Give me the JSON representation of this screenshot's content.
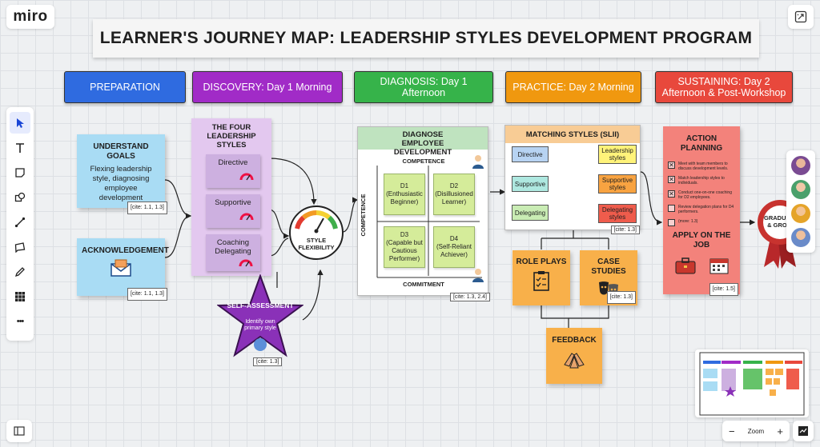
{
  "app": {
    "logo": "miro"
  },
  "board_title": "LEARNER'S JOURNEY MAP: LEADERSHIP STYLES DEVELOPMENT PROGRAM",
  "phases": [
    {
      "label": "PREPARATION",
      "color": "#2f6be0"
    },
    {
      "label": "DISCOVERY: Day 1 Morning",
      "color": "#a12bc7"
    },
    {
      "label": "DIAGNOSIS: Day 1 Afternoon",
      "color": "#36b34a"
    },
    {
      "label": "PRACTICE: Day 2 Morning",
      "color": "#f0980f"
    },
    {
      "label": "SUSTAINING: Day 2 Afternoon & Post-Workshop",
      "color": "#e8483c"
    }
  ],
  "toolbar": {
    "tools": [
      "select-icon",
      "text-icon",
      "sticky-note-icon",
      "shapes-icon",
      "connector-icon",
      "comment-icon",
      "pen-icon",
      "frames-icon",
      "more-icon"
    ],
    "more": "•••"
  },
  "preparation": {
    "goals": {
      "title": "UNDERSTAND GOALS",
      "body": "Flexing leadership style, diagnosing employee development",
      "cite": "[cite: 1.1, 1.3]"
    },
    "ack": {
      "title": "ACKNOWLEDGEMENT",
      "cite": "[cite: 1.1, 1.3]"
    }
  },
  "discovery": {
    "frame_title": "THE FOUR LEADERSHIP STYLES",
    "styles": [
      "Directive",
      "Supportive",
      "Coaching Delegating"
    ],
    "gauge_label": "STYLE FLEXIBILITY",
    "self_title": "SELF-ASSESSMENT",
    "self_body": "Identify own primary style",
    "self_cite": "[cite: 1.3]"
  },
  "diagnosis": {
    "frame_title": "DIAGNOSE EMPLOYEE DEVELOPMENT",
    "top_axis": "COMPETENCE",
    "left_axis": "COMPETENCE",
    "bottom_axis": "COMMITMENT",
    "quadrants": [
      {
        "code": "D1",
        "desc": "(Enthusiastic Beginner)"
      },
      {
        "code": "D2",
        "desc": "(Disillusioned Learner)"
      },
      {
        "code": "D3",
        "desc": "(Capable but Cautious Performer)"
      },
      {
        "code": "D4",
        "desc": "(Self-Reliant Achiever)"
      }
    ],
    "cite": "[cite: 1.3, 2.4]"
  },
  "practice": {
    "frame_title": "MATCHING STYLES (SLII)",
    "left": [
      "Directive",
      "Supportive",
      "Delegating"
    ],
    "right": [
      "Leadership styles",
      "Supportive styles",
      "Delegating styles"
    ],
    "cite": "[cite: 1.3]",
    "role_plays": "ROLE PLAYS",
    "case_studies": "CASE STUDIES",
    "case_cite": "[cite: 1.3]",
    "feedback": "FEEDBACK"
  },
  "sustaining": {
    "frame_title": "ACTION PLANNING",
    "items": [
      {
        "checked": true,
        "text": "Meet with team members to discuss development levels."
      },
      {
        "checked": true,
        "text": "Match leadership styles to individuals."
      },
      {
        "checked": true,
        "text": "Conduct one-on-one coaching for D2 employees."
      },
      {
        "checked": false,
        "text": "Review delegation plans for D4 performers."
      },
      {
        "checked": false,
        "text": "(more: 1.3)"
      }
    ],
    "apply": "APPLY ON THE JOB",
    "cite": "[cite: 1.5]",
    "badge": "GRADUATE & GROW"
  },
  "zoom": {
    "minus": "−",
    "label": "Zoom",
    "plus": "+"
  }
}
